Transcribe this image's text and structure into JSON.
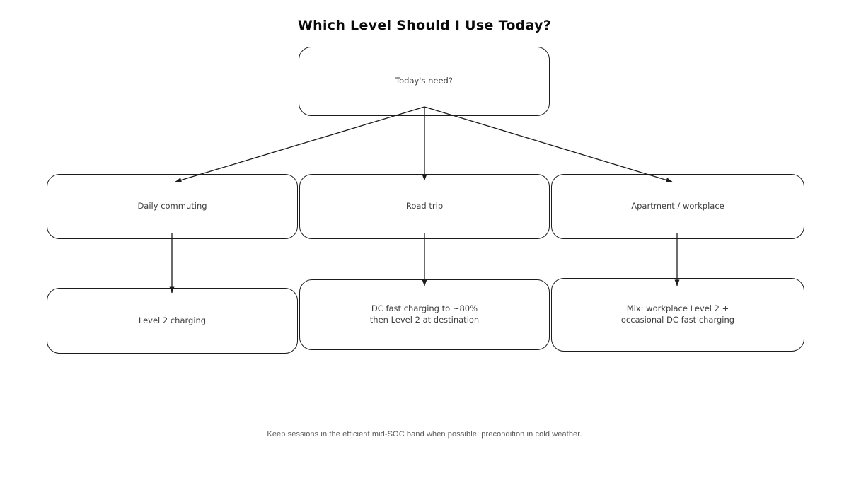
{
  "title": "Which Level Should I Use Today?",
  "footer": "Keep sessions in the efficient mid-SOC band when possible; precondition in cold weather.",
  "nodes": {
    "root": {
      "label": "Today's need?"
    },
    "daily_commuting": {
      "label": "Daily commuting"
    },
    "road_trip": {
      "label": "Road trip"
    },
    "apartment_workplace": {
      "label": "Apartment / workplace"
    },
    "level_2_charging": {
      "label": "Level 2 charging"
    },
    "dc_fast_then_level_2": {
      "label": "DC fast charging to ~80%\nthen Level 2 at destination"
    },
    "mix_workplace_dc": {
      "label": "Mix: workplace Level 2 +\noccasional DC fast charging"
    }
  },
  "edges": [
    {
      "from": "root",
      "to": "daily_commuting"
    },
    {
      "from": "root",
      "to": "road_trip"
    },
    {
      "from": "root",
      "to": "apartment_workplace"
    },
    {
      "from": "daily_commuting",
      "to": "level_2_charging"
    },
    {
      "from": "road_trip",
      "to": "dc_fast_then_level_2"
    },
    {
      "from": "apartment_workplace",
      "to": "mix_workplace_dc"
    }
  ],
  "colors": {
    "background": "#ffffff",
    "border": "#1c1c1c",
    "node_text": "#3d3d3d",
    "title_text": "#0a0a0a",
    "footer_text": "#595959"
  }
}
